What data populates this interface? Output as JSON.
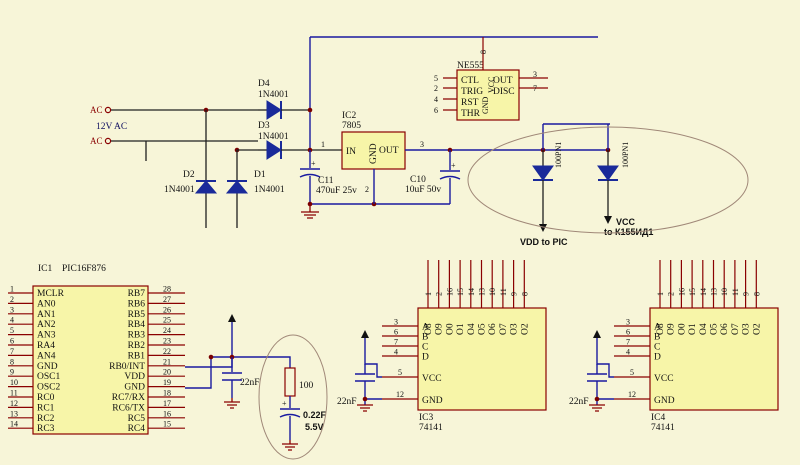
{
  "ac": {
    "ac1": "AC",
    "ac2": "AC",
    "label": "12V AC"
  },
  "diodes": {
    "d1": "D1",
    "d1v": "1N4001",
    "d2": "D2",
    "d2v": "1N4001",
    "d3": "D3",
    "d3v": "1N4001",
    "d4": "D4",
    "d4v": "1N4001"
  },
  "reg": {
    "ref": "IC2",
    "val": "7805",
    "in": "IN",
    "gnd": "GND",
    "out": "OUT",
    "p1": "1",
    "p2": "2",
    "p3": "3"
  },
  "caps": {
    "c11": "C11",
    "c11v": "470uF 25v",
    "c10": "C10",
    "c10v": "10uF 50v",
    "c22a": "22nF",
    "c22b": "22nF",
    "c22c": "22nF",
    "sc1": "0.22F",
    "sc2": "5.5V"
  },
  "res": {
    "r100": "100"
  },
  "ne555": {
    "name": "NE555",
    "ctl": "CTL",
    "trig": "TRIG",
    "rst": "RST",
    "thr": "THR",
    "out": "OUT",
    "disc": "DISC",
    "gnd": "GND",
    "vcc": "VCC",
    "p5": "5",
    "p2": "2",
    "p4": "4",
    "p6": "6",
    "p3": "3",
    "p7": "7",
    "p8": "8"
  },
  "zeners": {
    "z1": "100PN1",
    "z2": "100PN1"
  },
  "outputs": {
    "vdd": "VDD to PIC",
    "vcc1": "VCC",
    "vcc2": "to К155ИД1"
  },
  "pic": {
    "ref": "IC1",
    "name": "PIC16F876",
    "left_labels": [
      "MCLR",
      "AN0",
      "AN1",
      "AN2",
      "AN3",
      "RA4",
      "AN4",
      "GND",
      "OSC1",
      "OSC2",
      "RC0",
      "RC1",
      "RC2",
      "RC3"
    ],
    "left_pins": [
      "1",
      "2",
      "3",
      "4",
      "5",
      "6",
      "7",
      "8",
      "9",
      "10",
      "11",
      "12",
      "13",
      "14"
    ],
    "right_labels": [
      "RB7",
      "RB6",
      "RB5",
      "RB4",
      "RB3",
      "RB2",
      "RB1",
      "RB0/INT",
      "VDD",
      "GND",
      "RC7/RX",
      "RC6/TX",
      "RC5",
      "RC4"
    ],
    "right_pins": [
      "28",
      "27",
      "26",
      "25",
      "24",
      "23",
      "22",
      "21",
      "20",
      "19",
      "18",
      "17",
      "16",
      "15"
    ]
  },
  "ic3": {
    "ref": "IC3",
    "val": "74141",
    "inputs": [
      "A",
      "B",
      "C",
      "D"
    ],
    "in_pins": [
      "3",
      "6",
      "7",
      "4"
    ],
    "vcc": "VCC",
    "gnd": "GND",
    "vcc_pin": "5",
    "gnd_pin": "12",
    "outs": [
      "O8",
      "O9",
      "O0",
      "O1",
      "O4",
      "O5",
      "O6",
      "O7",
      "O3",
      "O2"
    ],
    "out_pins": [
      "1",
      "2",
      "16",
      "15",
      "14",
      "13",
      "10",
      "11",
      "9",
      "8"
    ]
  },
  "ic4": {
    "ref": "IC4",
    "val": "74141",
    "inputs": [
      "A",
      "B",
      "C",
      "D"
    ],
    "in_pins": [
      "3",
      "6",
      "7",
      "4"
    ],
    "vcc": "VCC",
    "gnd": "GND",
    "vcc_pin": "5",
    "gnd_pin": "12",
    "outs": [
      "O8",
      "O9",
      "O0",
      "O1",
      "O4",
      "O5",
      "O6",
      "O7",
      "O3",
      "O2"
    ],
    "out_pins": [
      "1",
      "2",
      "16",
      "15",
      "14",
      "13",
      "10",
      "11",
      "9",
      "8"
    ]
  }
}
